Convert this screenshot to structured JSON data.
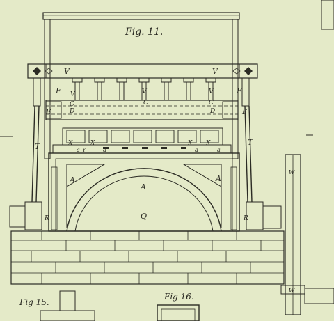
{
  "figures": {
    "main": "Fig. 11.",
    "left_bottom": "Fig 15.",
    "center_bottom": "Fig 16."
  },
  "letters": {
    "V": "V",
    "F": "F",
    "C": "C",
    "D": "D",
    "E": "E",
    "T": "T",
    "X": "X",
    "Y": "Y",
    "a": "a",
    "A": "A",
    "R": "R",
    "Q": "Q",
    "W": "W"
  },
  "colors": {
    "paper": "#e4eac8",
    "ink": "#2b2b24"
  }
}
